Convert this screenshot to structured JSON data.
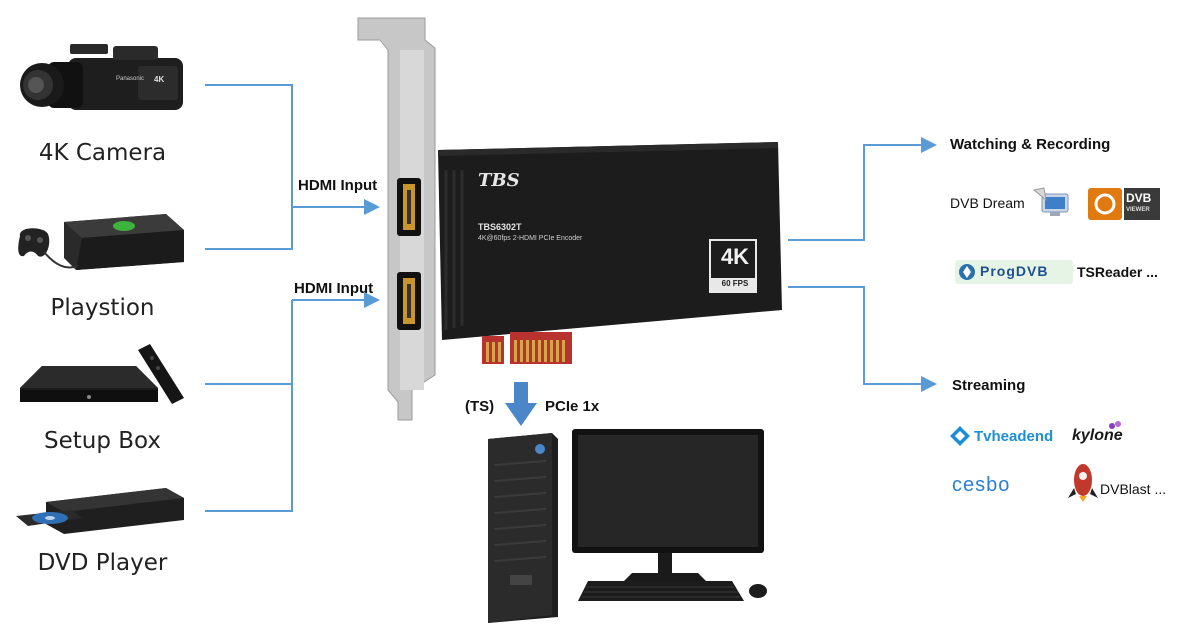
{
  "devices": [
    {
      "label": "4K Camera",
      "icon": "camera-icon"
    },
    {
      "label": "Playstion",
      "icon": "game-console-icon"
    },
    {
      "label": "Setup Box",
      "icon": "setup-box-icon"
    },
    {
      "label": "DVD Player",
      "icon": "dvd-player-icon"
    }
  ],
  "inputs": {
    "hdmi_top": "HDMI Input",
    "hdmi_bottom": "HDMI Input"
  },
  "card": {
    "brand_mark": "TBS",
    "model": "TBS6302T",
    "description": "4K@60fps 2-HDMI PCIe Encoder",
    "badge_main": "4K",
    "badge_sub": "60 FPS"
  },
  "bus": {
    "ts_label": "(TS)",
    "pcie_label": "PCIe 1x"
  },
  "outputs": {
    "watching": {
      "title": "Watching & Recording",
      "dvb_dream": "DVB Dream",
      "dvbviewer_logo_top": "DVB",
      "dvbviewer_logo_bottom": "VIEWER",
      "progdvb_logo": "ProgDVB",
      "tsreader": "TSReader ..."
    },
    "streaming": {
      "title": "Streaming",
      "tvheadend": "Tvheadend",
      "kylone": "kylone",
      "cesbo": "cesbo",
      "dvblast": "DVBlast ..."
    }
  },
  "colors": {
    "connector": "#5b9bd5",
    "arrow": "#4a86c8",
    "card_body": "#1c1c1c",
    "bracket": "#c7c7c7",
    "gold": "#d4a64a",
    "pcb_red": "#b8322f"
  }
}
